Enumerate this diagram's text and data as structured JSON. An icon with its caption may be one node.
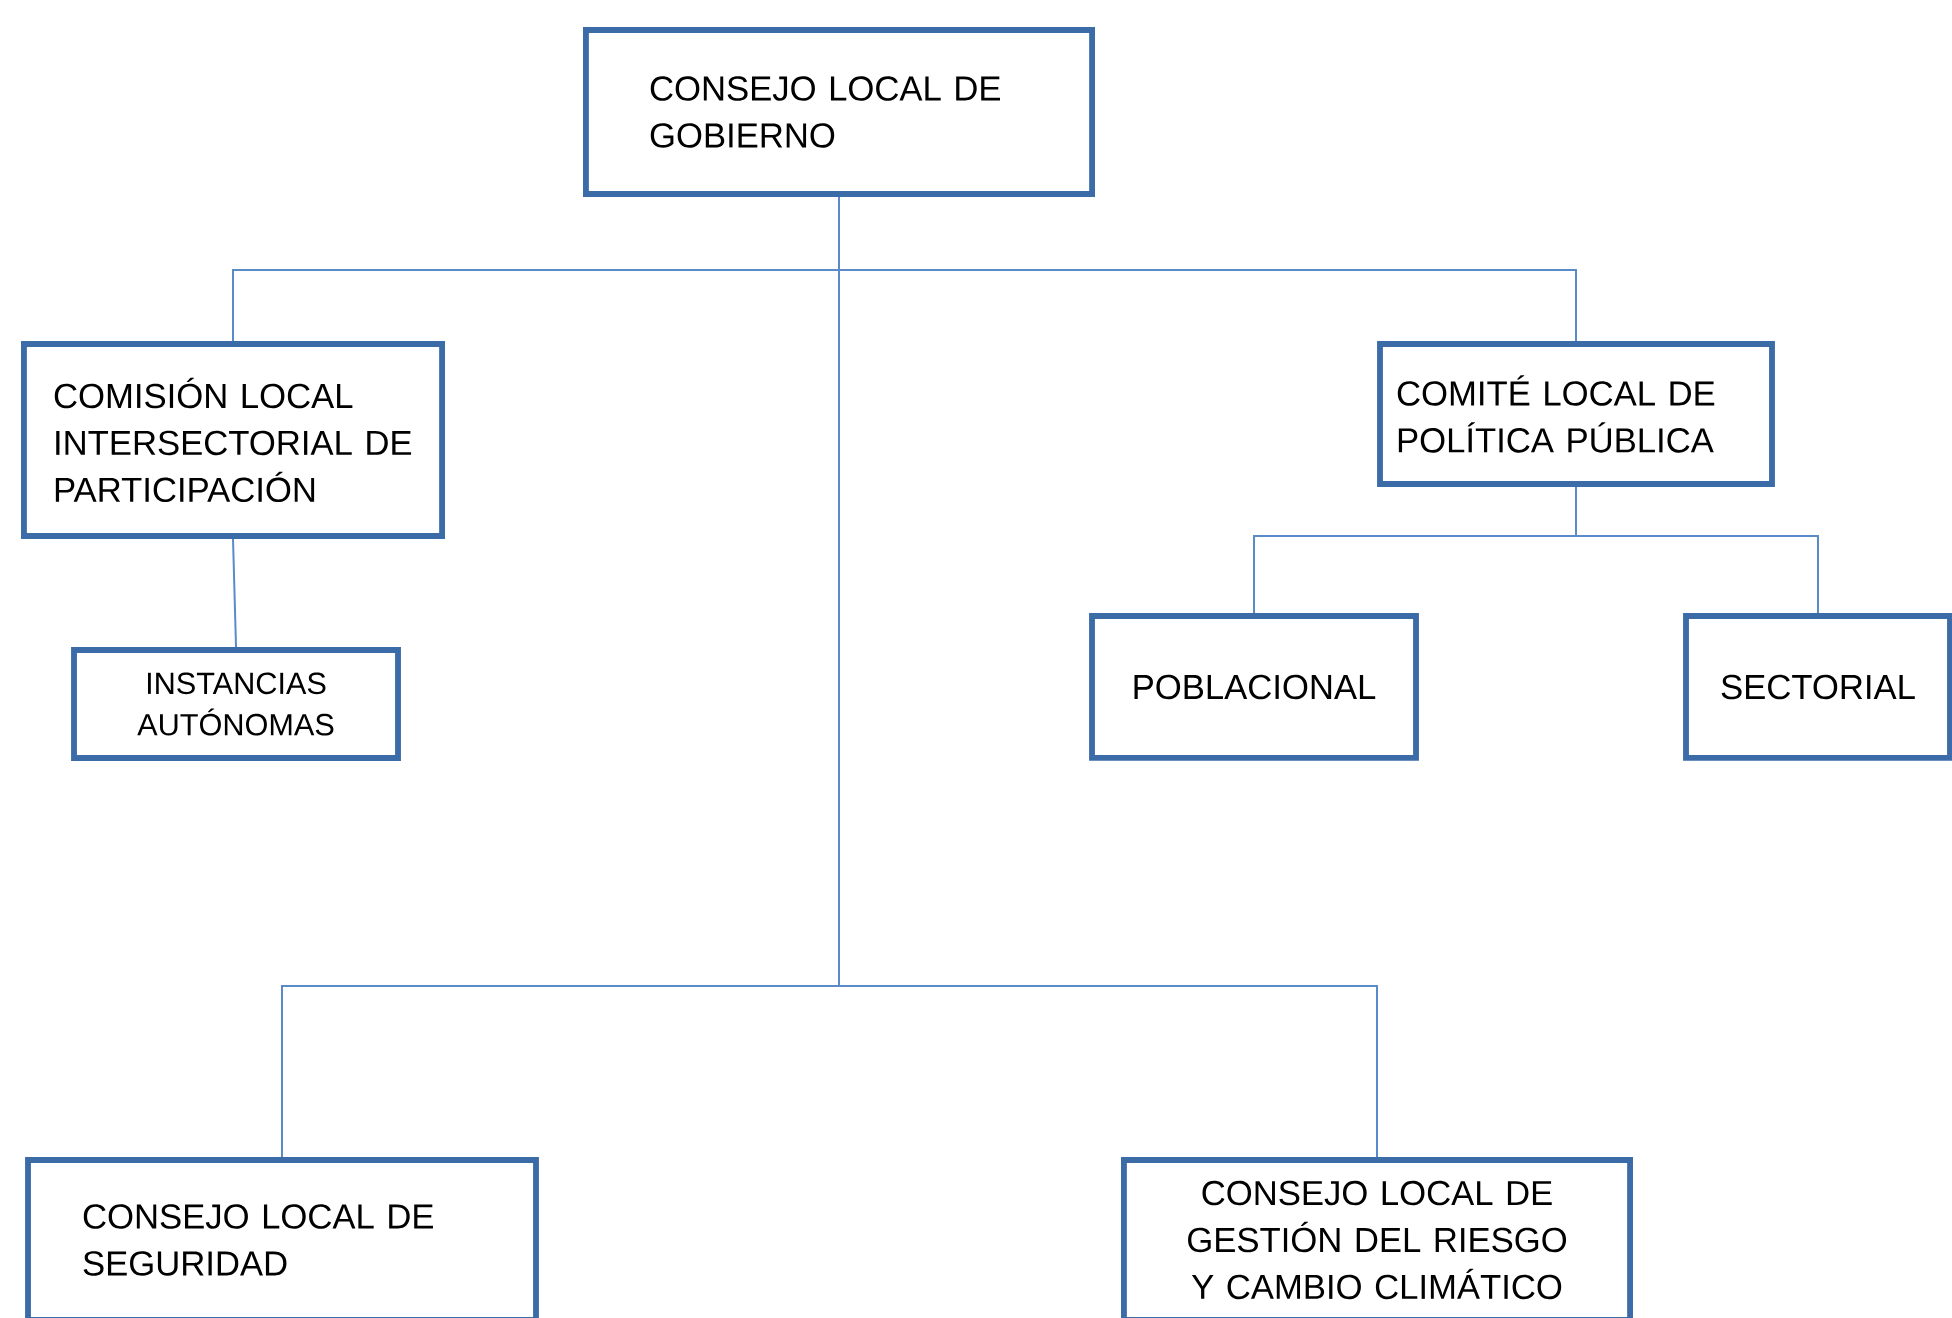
{
  "diagram": {
    "nodes": [
      {
        "text": [
          "CONSEJO LOCAL DE GOBIERNO"
        ]
      },
      {
        "text": [
          "COMISIÓN LOCAL INTERSECTORIAL DE PARTICIPACIÓN"
        ]
      },
      {
        "text": [
          "INSTANCIAS AUTÓNOMAS"
        ]
      },
      {
        "text": [
          "COMITÉ LOCAL DE POLÍTICA PÚBLICA"
        ]
      },
      {
        "text": [
          "POBLACIONAL"
        ]
      },
      {
        "text": [
          "SECTORIAL"
        ]
      },
      {
        "text": [
          "CONSEJO LOCAL DE SEGURIDAD"
        ]
      },
      {
        "text": [
          "CONSEJO LOCAL DE GESTIÓN DEL RIESGO Y CAMBIO CLIMÁTICO"
        ]
      }
    ],
    "edges": [
      {
        "from": 0,
        "to": 1,
        "arrow": "none"
      },
      {
        "from": 0,
        "to": 3,
        "arrow": "none"
      },
      {
        "from": 0,
        "to": 6,
        "arrow": "none"
      },
      {
        "from": 0,
        "to": 7,
        "arrow": "none"
      },
      {
        "from": 1,
        "to": 2,
        "arrow": "none"
      },
      {
        "from": 3,
        "to": 4,
        "arrow": "none"
      },
      {
        "from": 3,
        "to": 5,
        "arrow": "none"
      }
    ]
  }
}
